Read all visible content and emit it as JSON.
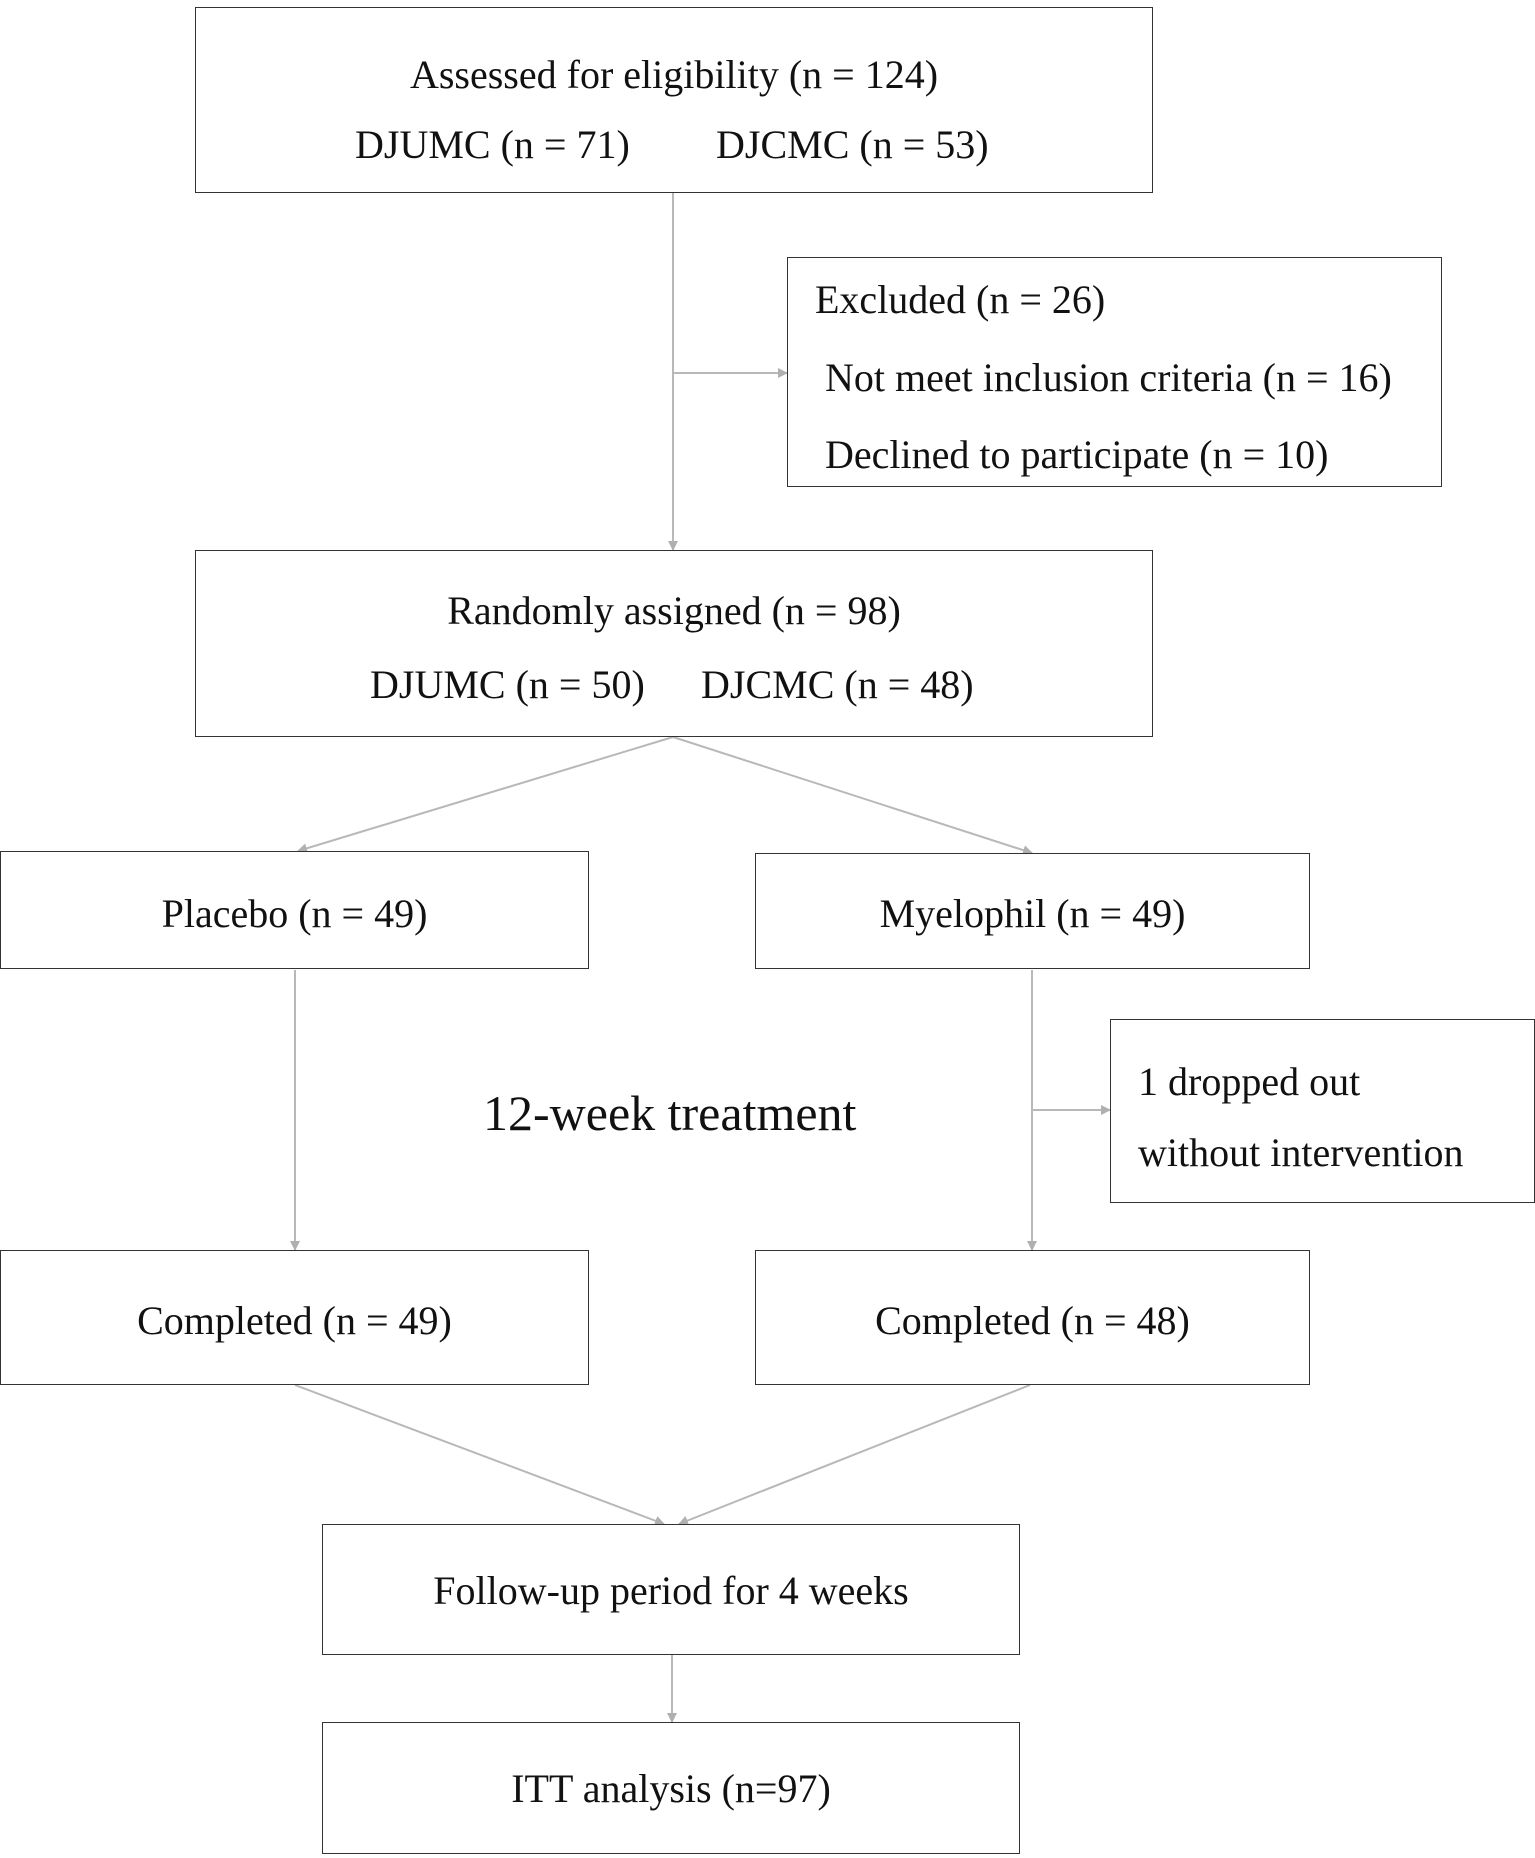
{
  "assessed": {
    "title": "Assessed for eligibility (n = 124)",
    "site1": "DJUMC (n = 71)",
    "site2": "DJCMC (n = 53)"
  },
  "excluded": {
    "title": "Excluded (n = 26)",
    "reason1": "Not meet inclusion criteria (n = 16)",
    "reason2": "Declined to participate (n = 10)"
  },
  "randomized": {
    "title": "Randomly assigned (n = 98)",
    "site1": "DJUMC (n = 50)",
    "site2": "DJCMC (n = 48)"
  },
  "placebo": {
    "label": "Placebo (n = 49)"
  },
  "myelophil": {
    "label": "Myelophil (n = 49)"
  },
  "treatment": {
    "label": "12-week treatment"
  },
  "dropout": {
    "line1": "1 dropped out",
    "line2": "without intervention"
  },
  "completed_placebo": {
    "label": "Completed (n = 49)"
  },
  "completed_myelophil": {
    "label": "Completed (n = 48)"
  },
  "followup": {
    "label": "Follow-up period for 4 weeks"
  },
  "itt": {
    "label": "ITT analysis (n=97)"
  },
  "colors": {
    "line": "#b8b8b8",
    "border": "#333333",
    "text": "#111111"
  }
}
